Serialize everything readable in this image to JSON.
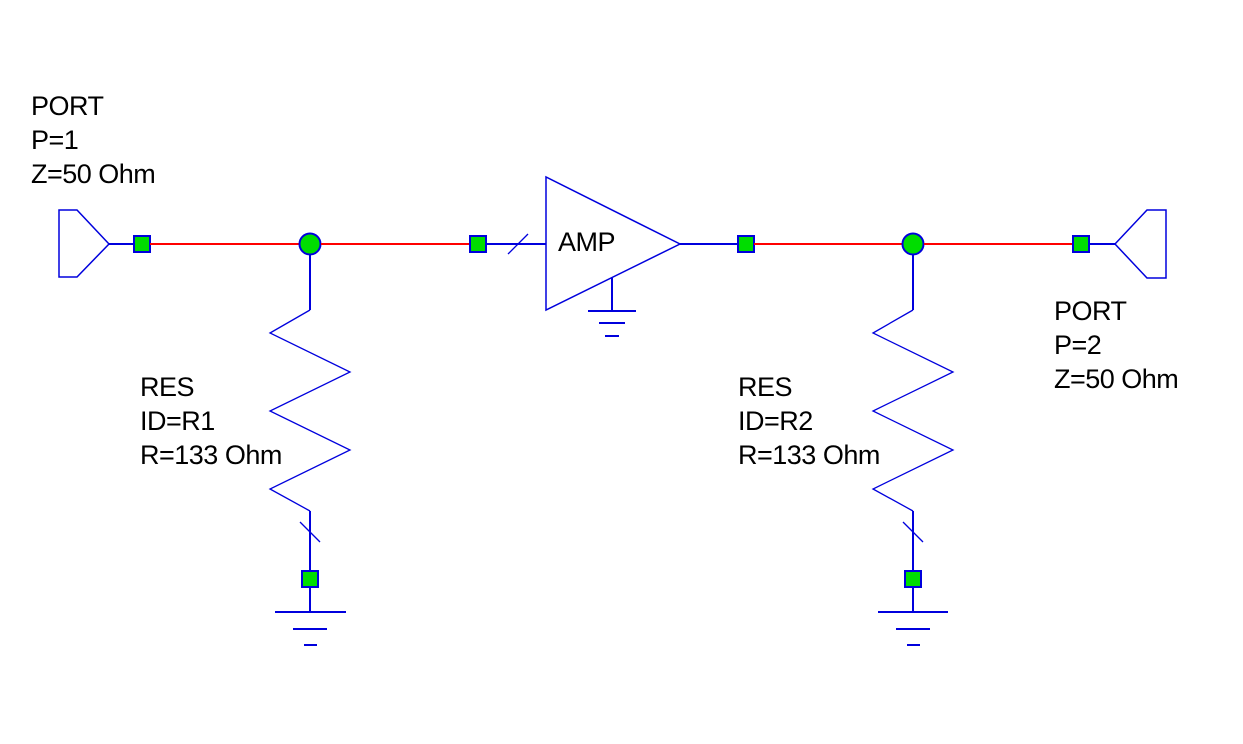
{
  "labels": {
    "port1": {
      "lines": [
        "PORT",
        "P=1",
        "Z=50 Ohm"
      ]
    },
    "res1": {
      "lines": [
        "RES",
        "ID=R1",
        "R=133 Ohm"
      ]
    },
    "amp": {
      "label": "AMP"
    },
    "res2": {
      "lines": [
        "RES",
        "ID=R2",
        "R=133 Ohm"
      ]
    },
    "port2": {
      "lines": [
        "PORT",
        "P=2",
        "Z=50 Ohm"
      ]
    }
  },
  "colors": {
    "background": "#ffffff",
    "wire_red": "#ff0000",
    "wire_blue": "#0000dd",
    "node_green": "#00dd00",
    "text_black": "#000000"
  }
}
